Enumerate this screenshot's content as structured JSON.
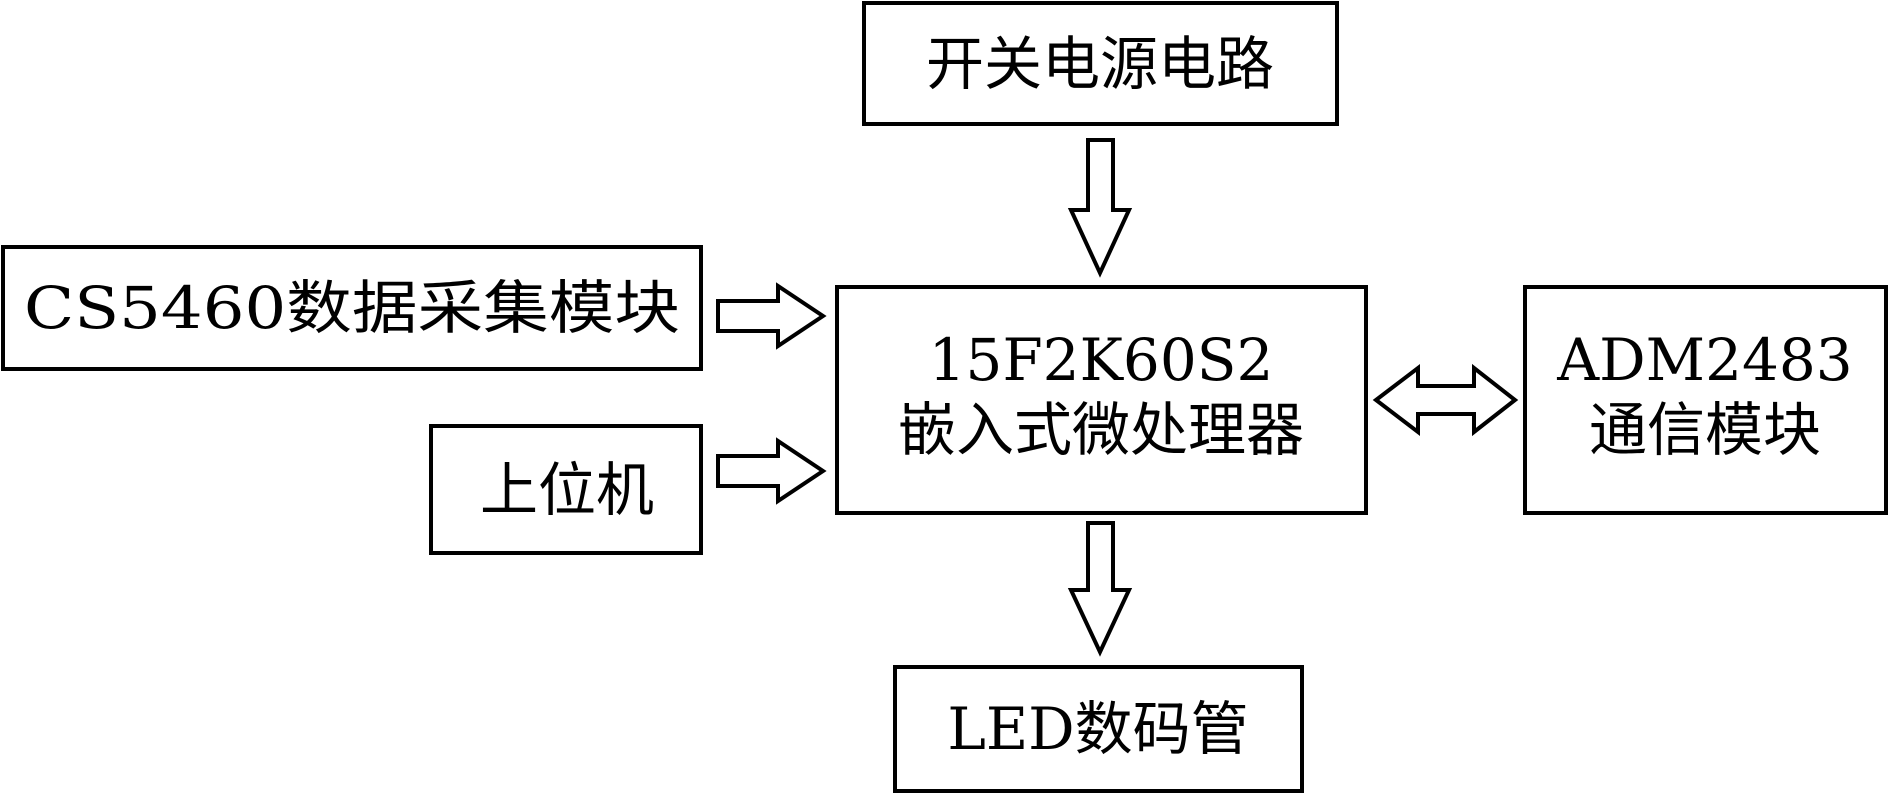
{
  "blocks": {
    "power_supply": {
      "label": "开关电源电路"
    },
    "data_acquisition": {
      "label": "CS5460数据采集模块"
    },
    "host_computer": {
      "label": "上位机"
    },
    "processor": {
      "line1": "15F2K60S2",
      "line2": "嵌入式微处理器"
    },
    "communication": {
      "line1": "ADM2483",
      "line2": "通信模块"
    },
    "display": {
      "label": "LED数码管"
    }
  },
  "colors": {
    "stroke": "#000000",
    "background": "#ffffff"
  }
}
